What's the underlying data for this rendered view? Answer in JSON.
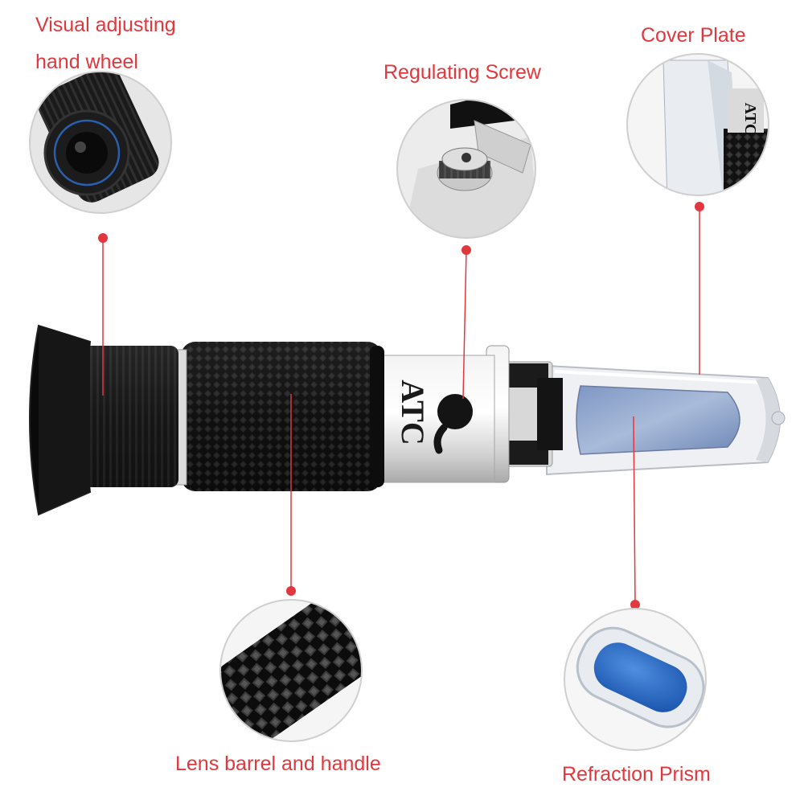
{
  "callouts": {
    "hand_wheel": {
      "line1": "Visual adjusting",
      "line2": "hand wheel"
    },
    "regulating_screw": {
      "label": "Regulating Screw"
    },
    "cover_plate": {
      "label": "Cover Plate"
    },
    "lens_barrel": {
      "label": "Lens barrel and handle"
    },
    "refraction_prism": {
      "label": "Refraction Prism"
    }
  },
  "device": {
    "marking": "ATC"
  },
  "colors": {
    "accent": "#e0383e",
    "callout_ring": "#cfcfcf",
    "rubber": "#141414",
    "metal": "#d9d9d9",
    "prism_blue": "#2f6fc0",
    "lens_ring_blue": "#2a5fae"
  }
}
